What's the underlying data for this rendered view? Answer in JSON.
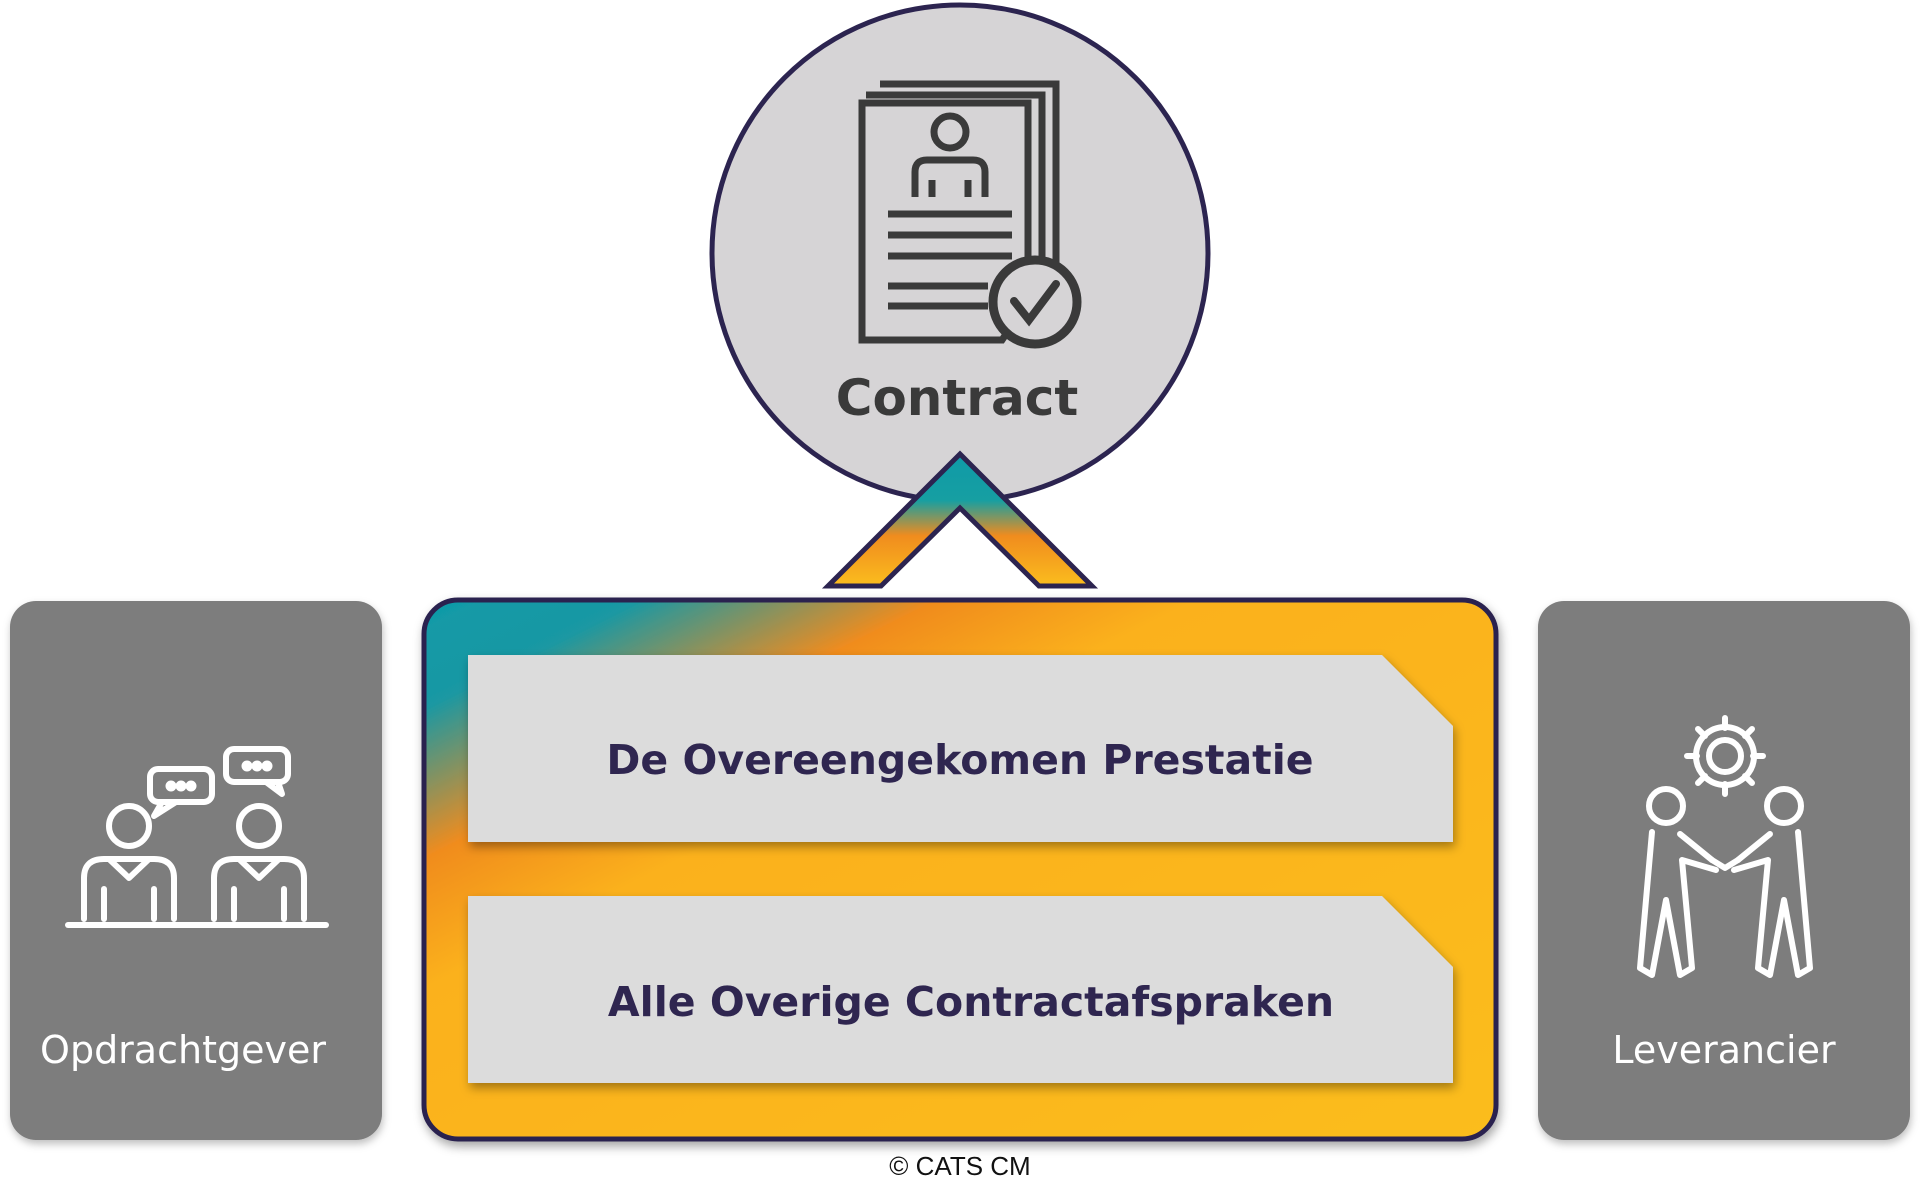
{
  "contract": {
    "label": "Contract",
    "icon": "contract-document-check-icon"
  },
  "bars": [
    {
      "label": "De Overeengekomen Prestatie"
    },
    {
      "label": "Alle Overige Contractafspraken"
    }
  ],
  "left_card": {
    "label": "Opdrachtgever",
    "icon": "two-people-chatting-icon"
  },
  "right_card": {
    "label": "Leverancier",
    "icon": "handshake-gear-icon"
  },
  "footer": {
    "copyright": "© CATS CM"
  },
  "colors": {
    "circle_fill": "#d6d4d6",
    "outline_purple": "#2c2450",
    "side_card": "#7d7d7d",
    "bar_fill": "#dcdcdc",
    "gradient_teal": "#129aa6",
    "gradient_orange": "#f2901c",
    "gradient_yellow": "#fbbd1e"
  }
}
